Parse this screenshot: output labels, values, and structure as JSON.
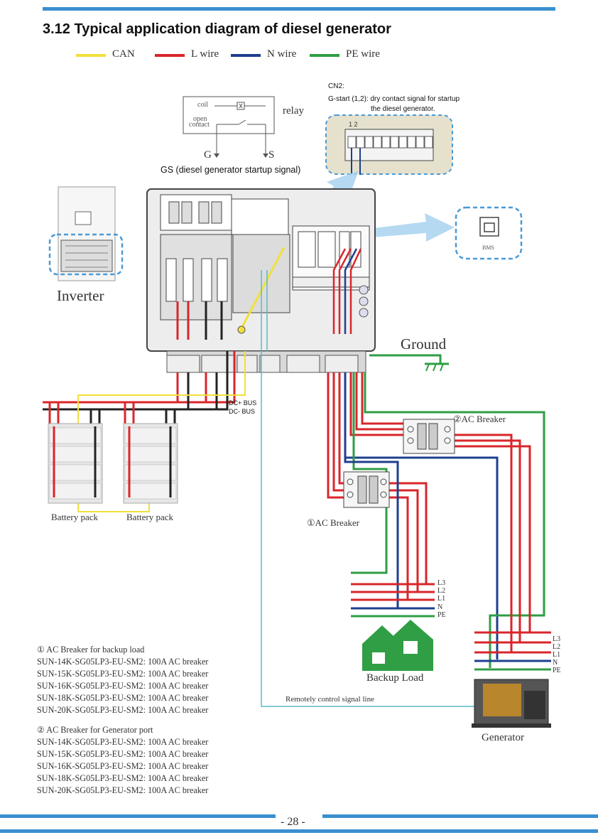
{
  "title": "3.12 Typical  application diagram of diesel generator",
  "legend": [
    {
      "label": "CAN",
      "color": "#f2e03a"
    },
    {
      "label": "L wire",
      "color": "#d8262b"
    },
    {
      "label": "N wire",
      "color": "#1e3f8f"
    },
    {
      "label": "PE wire",
      "color": "#2f9e44"
    }
  ],
  "relay": {
    "coil": "coil",
    "open_contact_1": "open",
    "open_contact_2": "contact",
    "relay": "relay",
    "g": "G",
    "s": "S",
    "caption": "GS (diesel generator startup signal)"
  },
  "cn2": {
    "line1": "CN2:",
    "line2": "G-start (1,2): dry contact signal for startup",
    "line3": "the diesel generator.",
    "pins": "1  2"
  },
  "bms": "BMS",
  "inverter_label": "Inverter",
  "ground_label": "Ground",
  "dc_plus": "DC+ BUS",
  "dc_minus": "DC- BUS",
  "battery_1": "Battery pack",
  "battery_2": "Battery pack",
  "breaker_1": "①AC Breaker",
  "breaker_2": "②AC Breaker",
  "load_wires": [
    "L3",
    "L2",
    "L1",
    "N",
    "PE"
  ],
  "gen_wires": [
    "L3",
    "L2",
    "L1",
    "N",
    "PE"
  ],
  "backup_load": "Backup Load",
  "generator": "Generator",
  "remote_line": "Remotely control signal line",
  "notes_1": [
    "① AC Breaker for backup load",
    "SUN-14K-SG05LP3-EU-SM2: 100A AC breaker",
    "SUN-15K-SG05LP3-EU-SM2: 100A AC breaker",
    "SUN-16K-SG05LP3-EU-SM2: 100A AC breaker",
    "SUN-18K-SG05LP3-EU-SM2: 100A AC breaker",
    "SUN-20K-SG05LP3-EU-SM2: 100A AC breaker"
  ],
  "notes_2": [
    "② AC Breaker for Generator port",
    "SUN-14K-SG05LP3-EU-SM2: 100A AC breaker",
    "SUN-15K-SG05LP3-EU-SM2: 100A AC breaker",
    "SUN-16K-SG05LP3-EU-SM2: 100A AC breaker",
    "SUN-18K-SG05LP3-EU-SM2: 100A AC breaker",
    "SUN-20K-SG05LP3-EU-SM2: 100A AC breaker"
  ],
  "page_number": "- 28 -"
}
